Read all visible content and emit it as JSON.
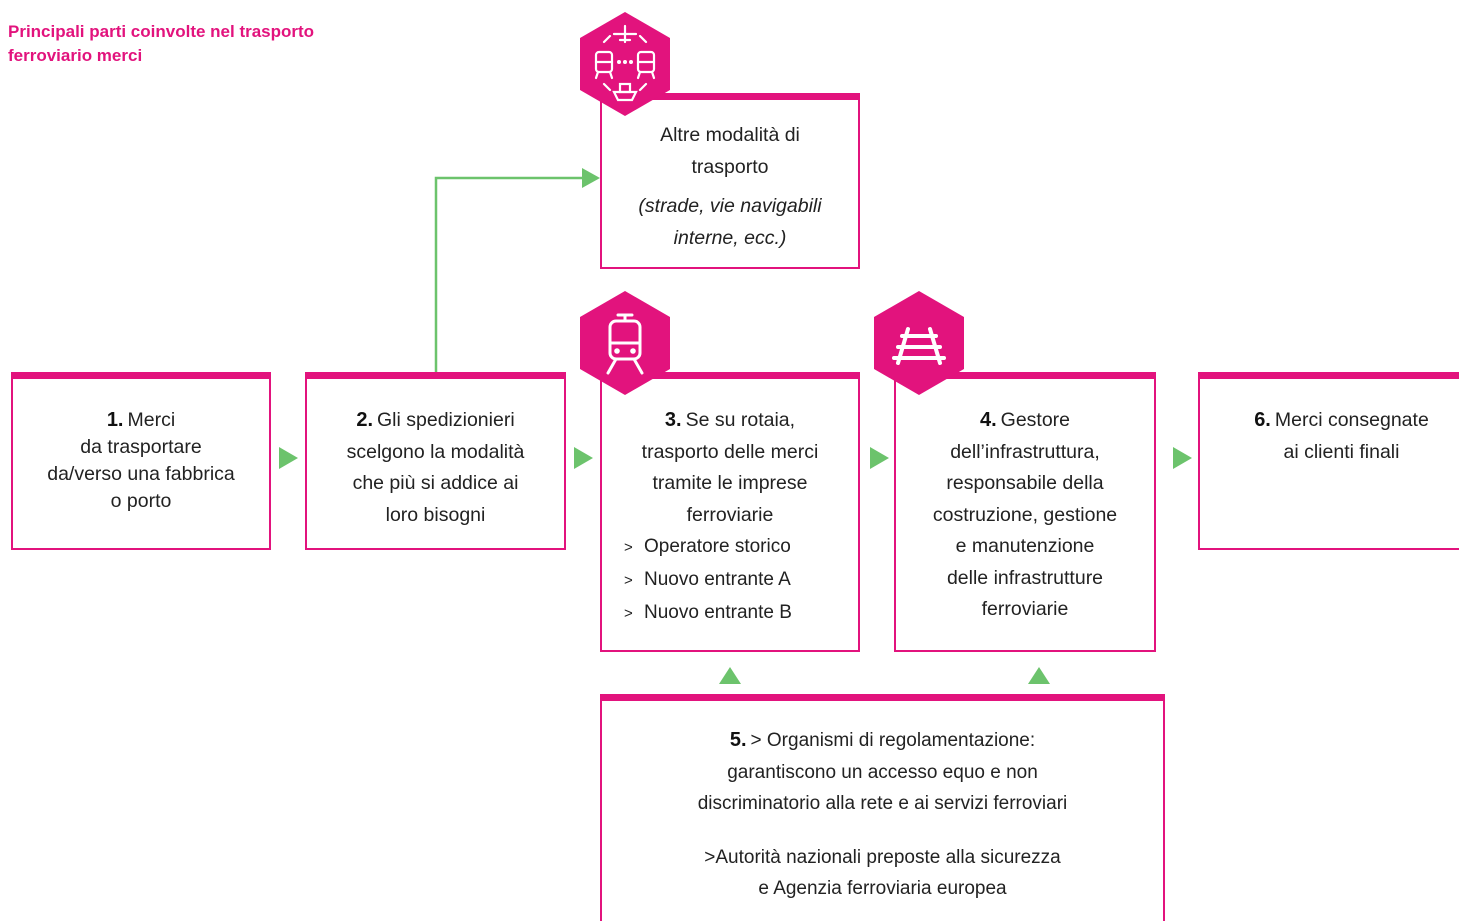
{
  "title": "Principali parti coinvolte nel trasporto ferroviario merci",
  "boxes": {
    "b1": {
      "num": "1.",
      "lines": [
        "Merci",
        "da trasportare",
        "da/verso una fabbrica",
        "o porto"
      ]
    },
    "b2": {
      "num": "2.",
      "lines": [
        "Gli spedizionieri",
        "scelgono la modalità",
        "che più si addice ai",
        "loro bisogni"
      ]
    },
    "b3": {
      "num": "3.",
      "lines": [
        "Se su rotaia,",
        "trasporto delle merci",
        "tramite le imprese",
        "ferroviarie"
      ],
      "list": [
        "Operatore storico",
        "Nuovo entrante A",
        "Nuovo entrante B"
      ]
    },
    "b4": {
      "num": "4.",
      "lines": [
        "Gestore",
        "dell’infrastruttura,",
        "responsabile della",
        "costruzione, gestione",
        "e manutenzione",
        "delle infrastrutture",
        "ferroviarie"
      ]
    },
    "b5": {
      "num": "5.",
      "lines": [
        "> Organismi di regolamentazione:",
        "garantiscono un accesso equo e non",
        "discriminatorio alla rete e ai servizi ferroviari"
      ],
      "lines2": [
        ">Autorità nazionali preposte alla sicurezza",
        "e Agenzia ferroviaria europea"
      ]
    },
    "b6": {
      "num": "6.",
      "lines": [
        "Merci consegnate",
        "ai clienti finali"
      ]
    },
    "other": {
      "lines": [
        "Altre modalità di",
        "trasporto"
      ],
      "italic": [
        "(strade, vie navigabili",
        "interne, ecc.)"
      ]
    }
  },
  "list_marker": ">",
  "icons": [
    "multimodal-transport-icon",
    "train-icon",
    "railway-track-icon"
  ],
  "colors": {
    "accent": "#e2137d",
    "arrow": "#6cc36c",
    "text": "#222222"
  }
}
